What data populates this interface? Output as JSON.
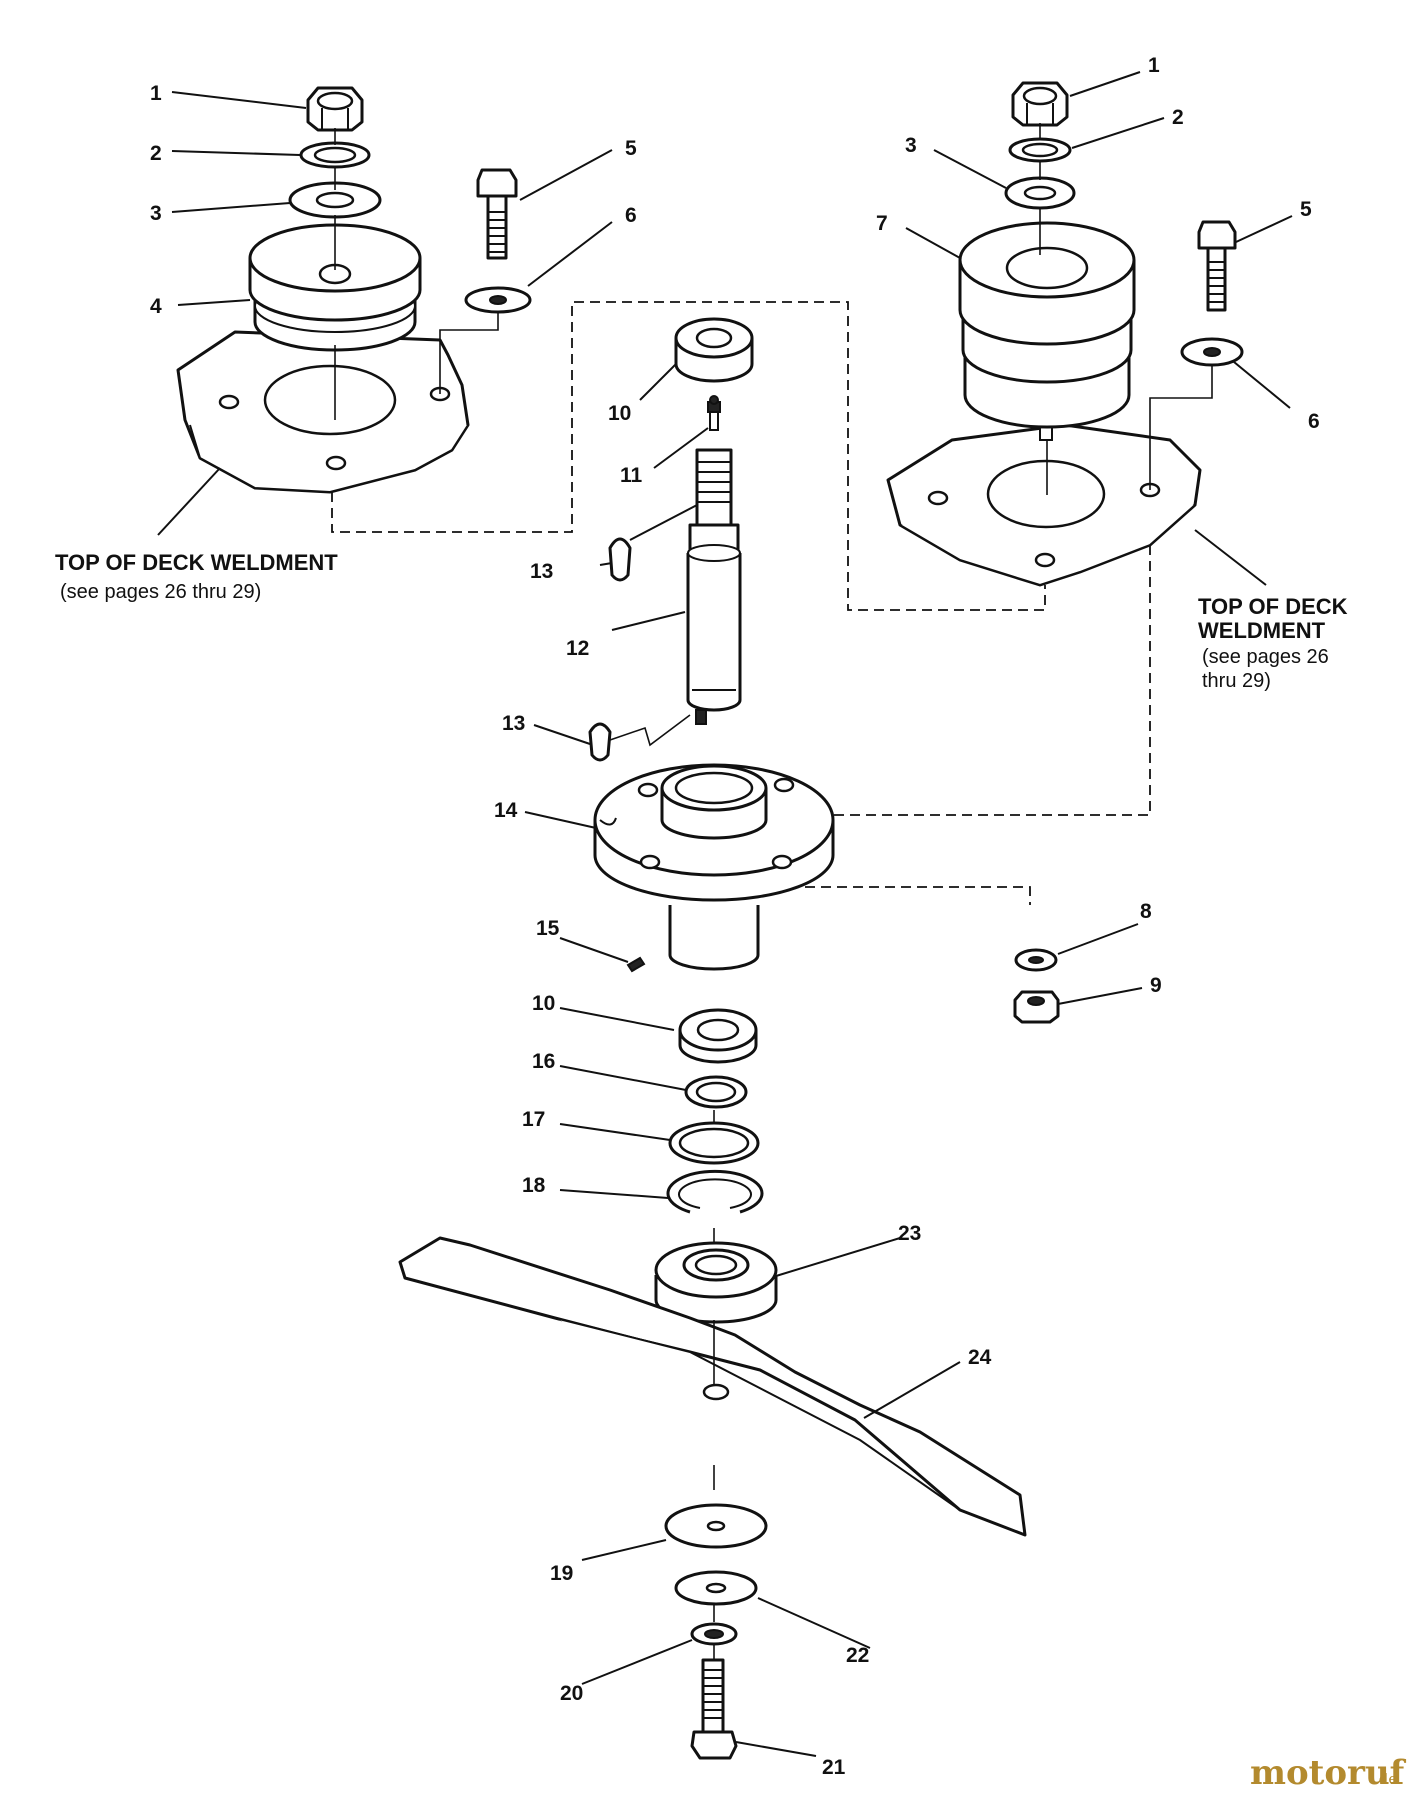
{
  "callouts": {
    "left_1": "1",
    "left_2": "2",
    "left_3": "3",
    "left_4": "4",
    "left_5": "5",
    "left_6": "6",
    "right_1": "1",
    "right_2": "2",
    "right_3": "3",
    "right_7": "7",
    "right_5": "5",
    "right_6": "6",
    "c_10a": "10",
    "c_11": "11",
    "c_13a": "13",
    "c_12": "12",
    "c_13b": "13",
    "c_14": "14",
    "c_8": "8",
    "c_9": "9",
    "c_15": "15",
    "c_10b": "10",
    "c_16": "16",
    "c_17": "17",
    "c_18": "18",
    "c_23": "23",
    "c_24": "24",
    "c_19": "19",
    "c_22": "22",
    "c_20": "20",
    "c_21": "21"
  },
  "notes": {
    "left_title": "TOP OF DECK WELDMENT",
    "left_sub": "(see pages 26 thru 29)",
    "right_title_1": "TOP OF DECK",
    "right_title_2": "WELDMENT",
    "right_sub_1": "(see pages 26",
    "right_sub_2": "thru 29)"
  },
  "watermark": {
    "main": "motoruf",
    "suffix": ".de",
    "color": "#b38a2e"
  }
}
